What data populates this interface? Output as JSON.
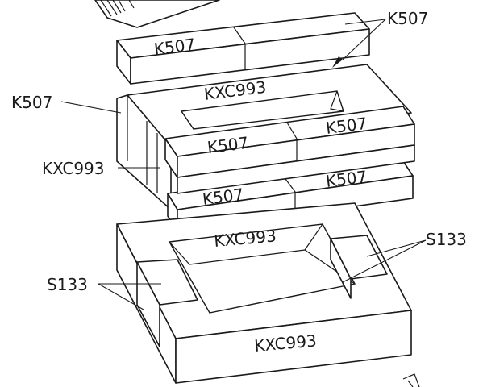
{
  "labels": {
    "k507": "K507",
    "kxc993": "KXC993",
    "s133": "S133"
  },
  "colors": {
    "line": "#1a1a1a",
    "fill": "#ffffff",
    "background": "#ffffff"
  }
}
